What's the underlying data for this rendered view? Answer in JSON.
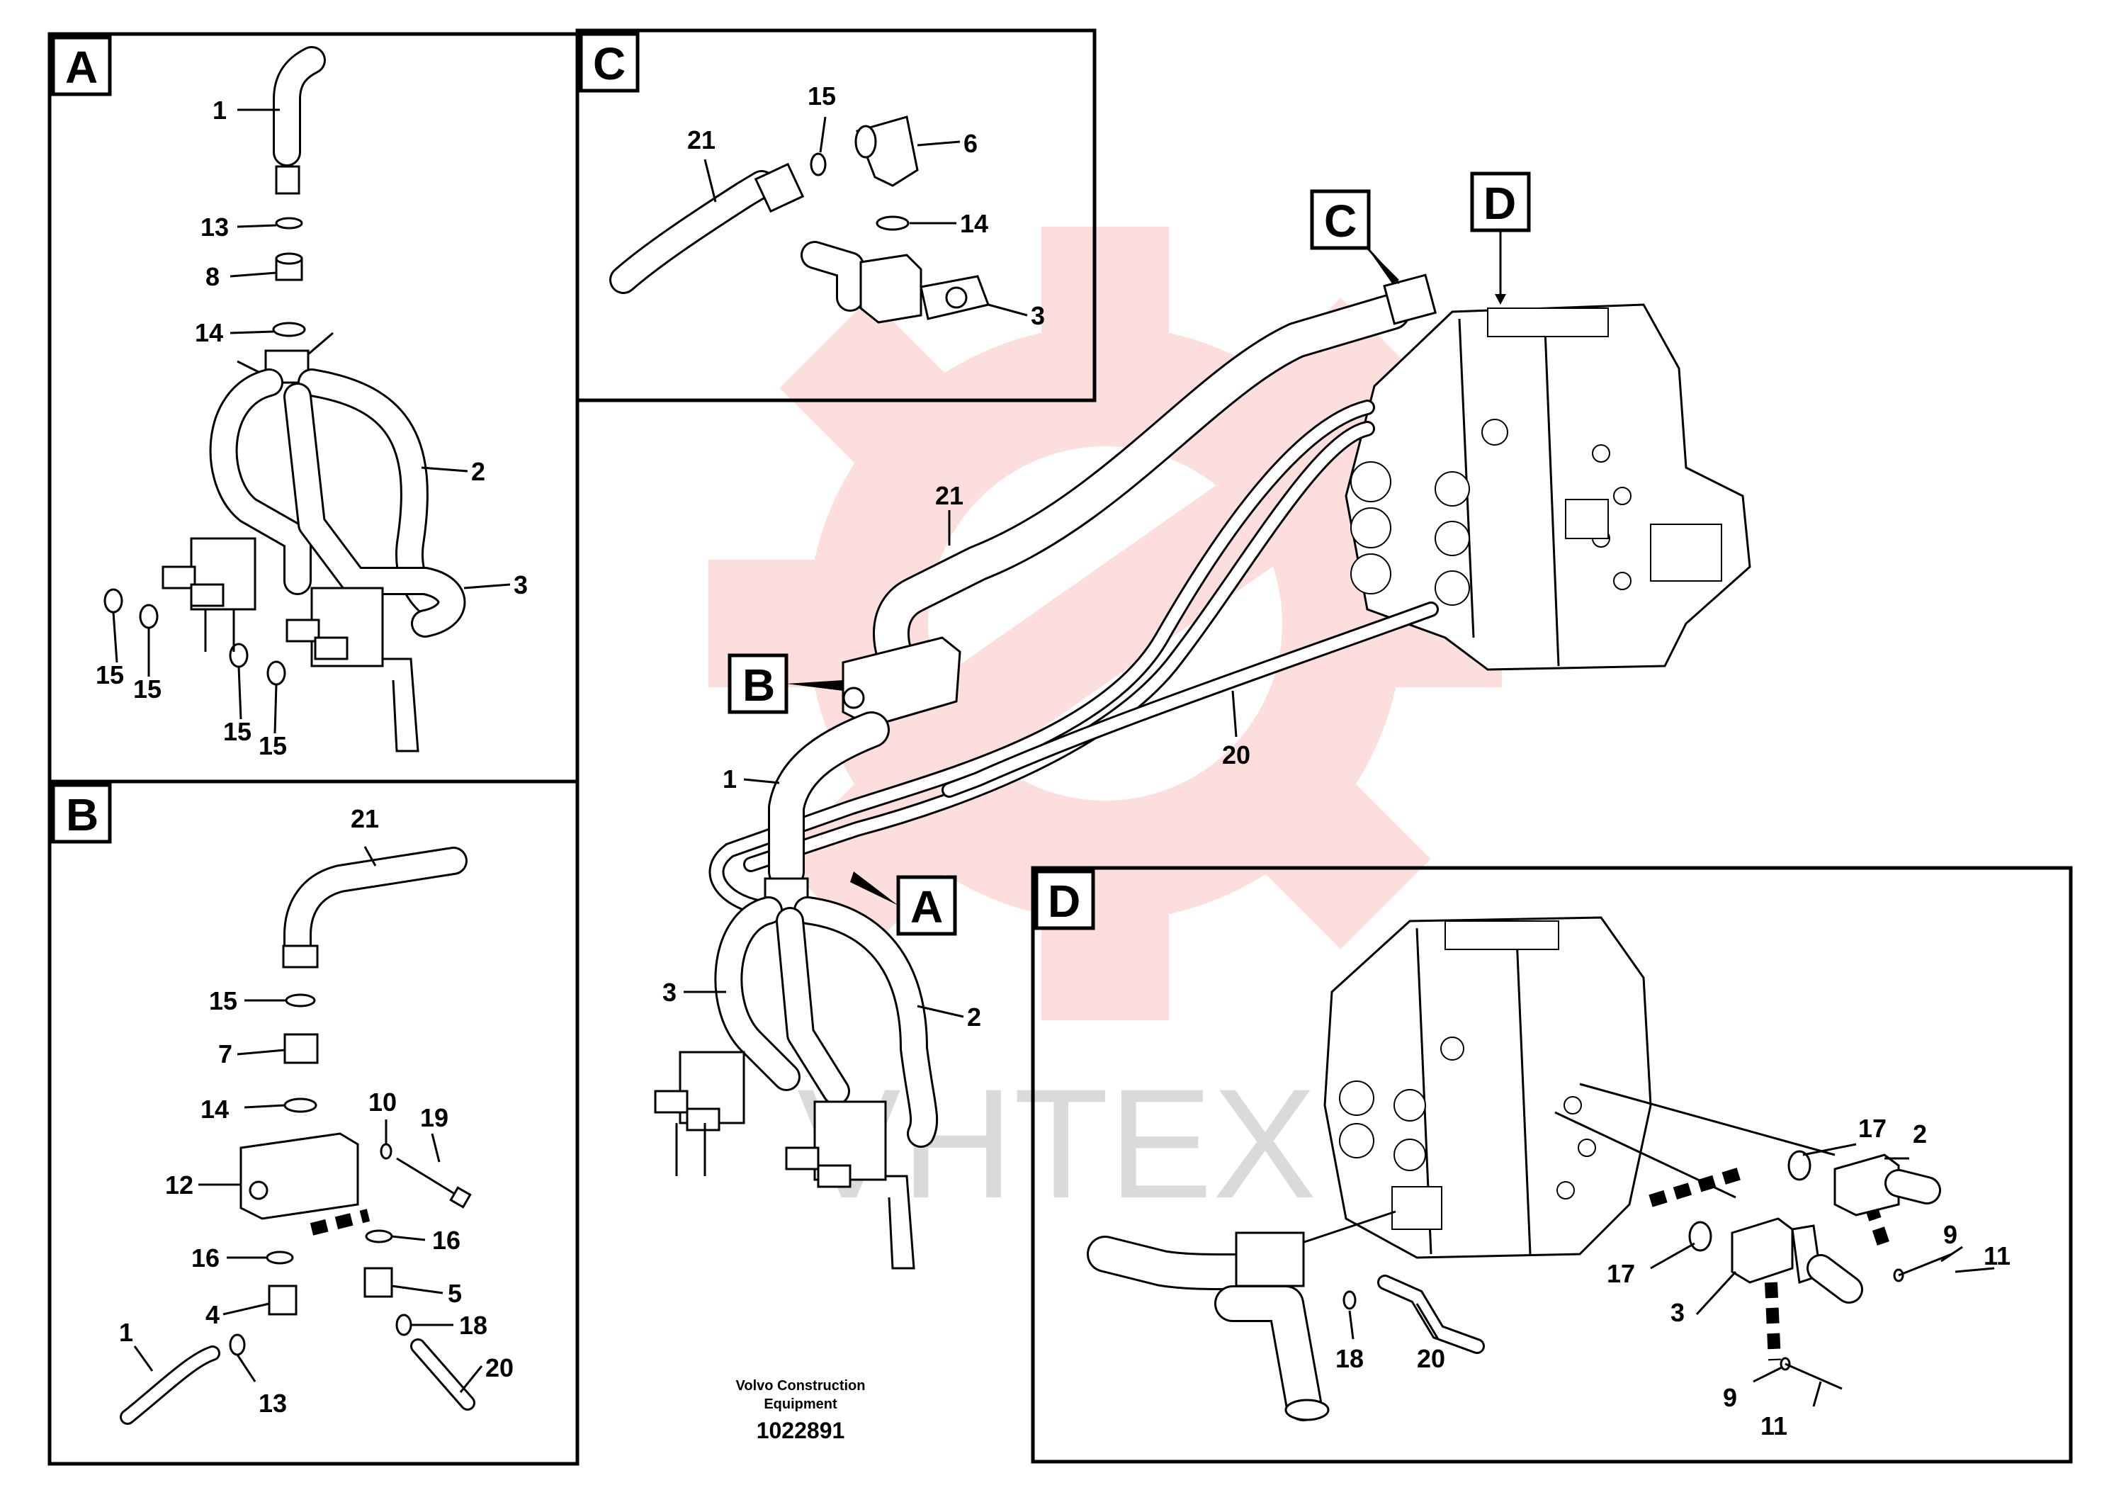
{
  "panels": {
    "A": {
      "letter": "A",
      "callouts": [
        {
          "label": "1"
        },
        {
          "label": "13"
        },
        {
          "label": "8"
        },
        {
          "label": "14"
        },
        {
          "label": "2"
        },
        {
          "label": "3"
        },
        {
          "label": "15"
        },
        {
          "label": "15"
        },
        {
          "label": "15"
        },
        {
          "label": "15"
        }
      ]
    },
    "B": {
      "letter": "B",
      "callouts": [
        {
          "label": "21"
        },
        {
          "label": "15"
        },
        {
          "label": "7"
        },
        {
          "label": "14"
        },
        {
          "label": "10"
        },
        {
          "label": "19"
        },
        {
          "label": "12"
        },
        {
          "label": "16"
        },
        {
          "label": "16"
        },
        {
          "label": "4"
        },
        {
          "label": "5"
        },
        {
          "label": "18"
        },
        {
          "label": "1"
        },
        {
          "label": "13"
        },
        {
          "label": "20"
        }
      ]
    },
    "C": {
      "letter": "C",
      "callouts": [
        {
          "label": "15"
        },
        {
          "label": "21"
        },
        {
          "label": "6"
        },
        {
          "label": "14"
        },
        {
          "label": "3"
        }
      ]
    },
    "D": {
      "letter": "D",
      "callouts": [
        {
          "label": "17"
        },
        {
          "label": "2"
        },
        {
          "label": "17"
        },
        {
          "label": "3"
        },
        {
          "label": "9"
        },
        {
          "label": "11"
        },
        {
          "label": "18"
        },
        {
          "label": "20"
        },
        {
          "label": "9"
        },
        {
          "label": "11"
        }
      ]
    }
  },
  "main": {
    "tags": [
      "C",
      "D",
      "B",
      "A"
    ],
    "callouts": [
      {
        "label": "21"
      },
      {
        "label": "20"
      },
      {
        "label": "1"
      },
      {
        "label": "3"
      },
      {
        "label": "2"
      }
    ]
  },
  "footer": {
    "company_line1": "Volvo Construction",
    "company_line2": "Equipment",
    "drawing_number": "1022891"
  },
  "watermark": {
    "text": "VHTEX",
    "color": "#e8332a"
  }
}
